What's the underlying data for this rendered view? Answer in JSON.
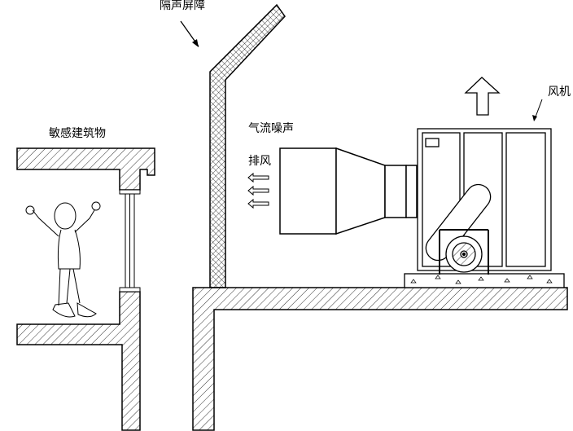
{
  "labels": {
    "barrier": "隔声屏障",
    "sensitive_building": "敏感建筑物",
    "airflow_noise": "气流噪声",
    "exhaust": "排风",
    "fan": "风机"
  },
  "colors": {
    "line": "#000000",
    "background": "#ffffff"
  }
}
